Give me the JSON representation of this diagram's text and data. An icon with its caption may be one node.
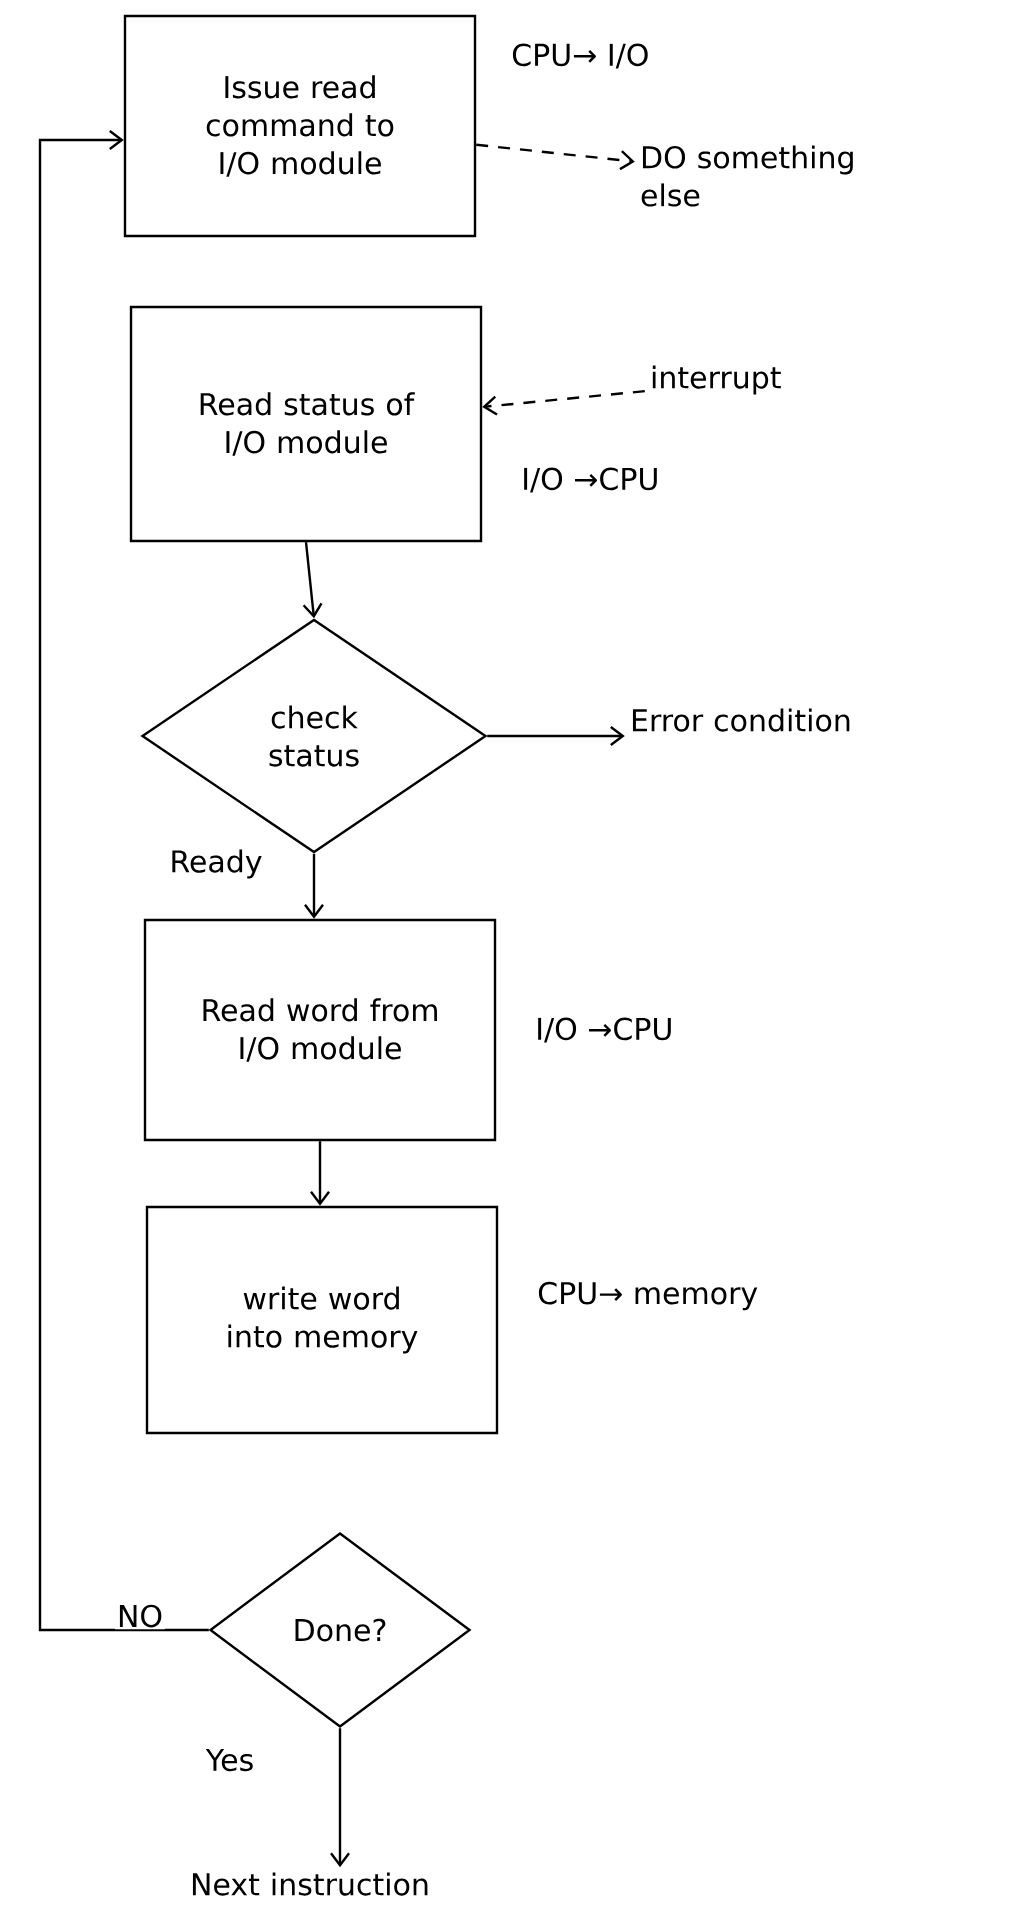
{
  "diagram": {
    "nodes": [
      {
        "text": [
          "Issue read command to I/O module"
        ],
        "beside": [
          "CPU→ I/O"
        ]
      },
      {
        "text": [
          "DO something else"
        ]
      },
      {
        "text": [
          "Read status of I/O module"
        ],
        "beside": [
          "I/O →CPU"
        ]
      },
      {
        "text": [
          "interrupt"
        ]
      },
      {
        "text": [
          "check status"
        ]
      },
      {
        "text": [
          "Error condition"
        ]
      },
      {
        "text": [
          "Read word from I/O module"
        ],
        "beside": [
          "I/O →CPU"
        ]
      },
      {
        "text": [
          "write word into memory"
        ],
        "beside": [
          "CPU→ memory"
        ]
      },
      {
        "text": [
          "Done?"
        ]
      },
      {
        "text": [
          "Next instruction"
        ]
      }
    ],
    "edges": [
      {
        "from": 0,
        "to": 1,
        "arrow": "to",
        "style": "dashed"
      },
      {
        "from": 3,
        "to": 2,
        "arrow": "to",
        "style": "dashed"
      },
      {
        "from": 2,
        "to": 4,
        "arrow": "to"
      },
      {
        "from": 4,
        "to": 5,
        "arrow": "to"
      },
      {
        "from": 4,
        "to": 6,
        "arrow": "to",
        "label": "Ready"
      },
      {
        "from": 6,
        "to": 7,
        "arrow": "to"
      },
      {
        "from": 8,
        "to": 0,
        "arrow": "to",
        "label": "NO"
      },
      {
        "from": 8,
        "to": 9,
        "arrow": "to",
        "label": "Yes"
      }
    ]
  }
}
